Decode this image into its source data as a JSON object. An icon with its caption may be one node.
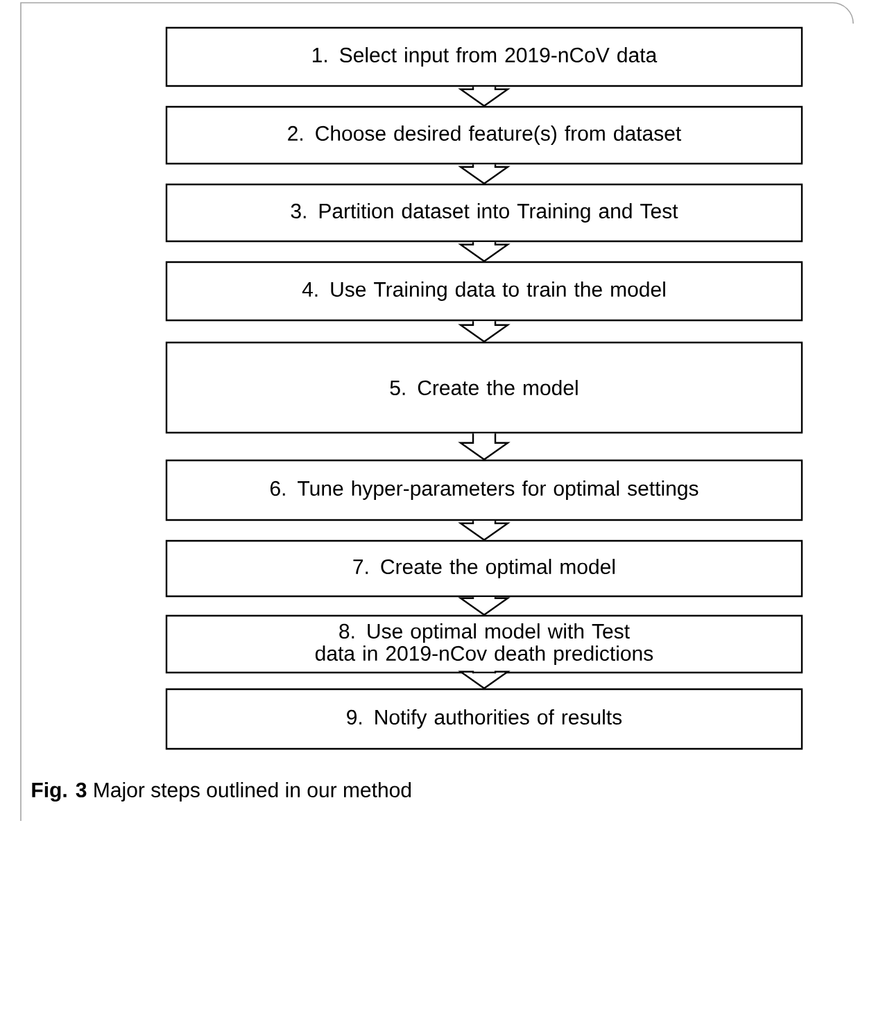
{
  "diagram": {
    "caption": "**Fig. 3** Major steps outlined in our method",
    "nodes": [
      {
        "text": [
          "1. Select input from 2019-nCoV data"
        ]
      },
      {
        "text": [
          "2. Choose desired feature(s) from dataset"
        ]
      },
      {
        "text": [
          "3. Partition dataset into Training and Test"
        ]
      },
      {
        "text": [
          "4. Use Training data to train the model"
        ]
      },
      {
        "text": [
          "5. Create the model"
        ]
      },
      {
        "text": [
          "6. Tune hyper-parameters for optimal settings"
        ]
      },
      {
        "text": [
          "7. Create the optimal model"
        ]
      },
      {
        "text": [
          "8. Use optimal model with Test data in 2019-nCov death predictions"
        ]
      },
      {
        "text": [
          "9. Notify authorities of results"
        ]
      }
    ],
    "edges": [
      {
        "from": 0,
        "to": 1,
        "arrow": "to"
      },
      {
        "from": 1,
        "to": 2,
        "arrow": "to"
      },
      {
        "from": 2,
        "to": 3,
        "arrow": "to"
      },
      {
        "from": 3,
        "to": 4,
        "arrow": "to"
      },
      {
        "from": 4,
        "to": 5,
        "arrow": "to"
      },
      {
        "from": 5,
        "to": 6,
        "arrow": "to"
      },
      {
        "from": 6,
        "to": 7,
        "arrow": "to"
      },
      {
        "from": 7,
        "to": 8,
        "arrow": "to"
      }
    ]
  }
}
